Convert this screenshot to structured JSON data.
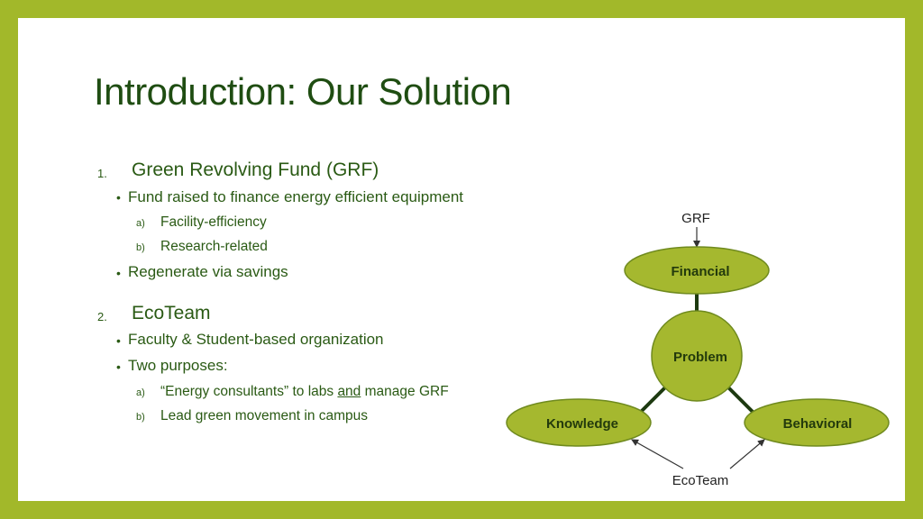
{
  "slide": {
    "title": "Introduction: Our Solution",
    "items": [
      {
        "number": "1.",
        "heading": "Green Revolving Fund (GRF)",
        "bullets": [
          {
            "text": "Fund raised to finance energy efficient equipment",
            "subs": [
              {
                "mark": "a)",
                "text": "Facility-efficiency"
              },
              {
                "mark": "b)",
                "text": "Research-related"
              }
            ]
          },
          {
            "text": "Regenerate via savings"
          }
        ]
      },
      {
        "number": "2.",
        "heading": "EcoTeam",
        "bullets": [
          {
            "text": "Faculty & Student-based organization"
          },
          {
            "text": "Two purposes:",
            "subs": [
              {
                "mark": "a)",
                "pre": "“Energy consultants” to labs ",
                "underlined": "and",
                "post": " manage GRF"
              },
              {
                "mark": "b)",
                "text": "Lead green movement in campus"
              }
            ]
          }
        ]
      }
    ]
  },
  "diagram": {
    "top_label": "GRF",
    "bottom_label": "EcoTeam",
    "nodes": {
      "center": "Problem",
      "top": "Financial",
      "left": "Knowledge",
      "right": "Behavioral"
    },
    "colors": {
      "fill": "#a5b82f",
      "stroke": "#6f8a1e",
      "text": "#233a0c",
      "connector": "#1d3a10"
    }
  }
}
